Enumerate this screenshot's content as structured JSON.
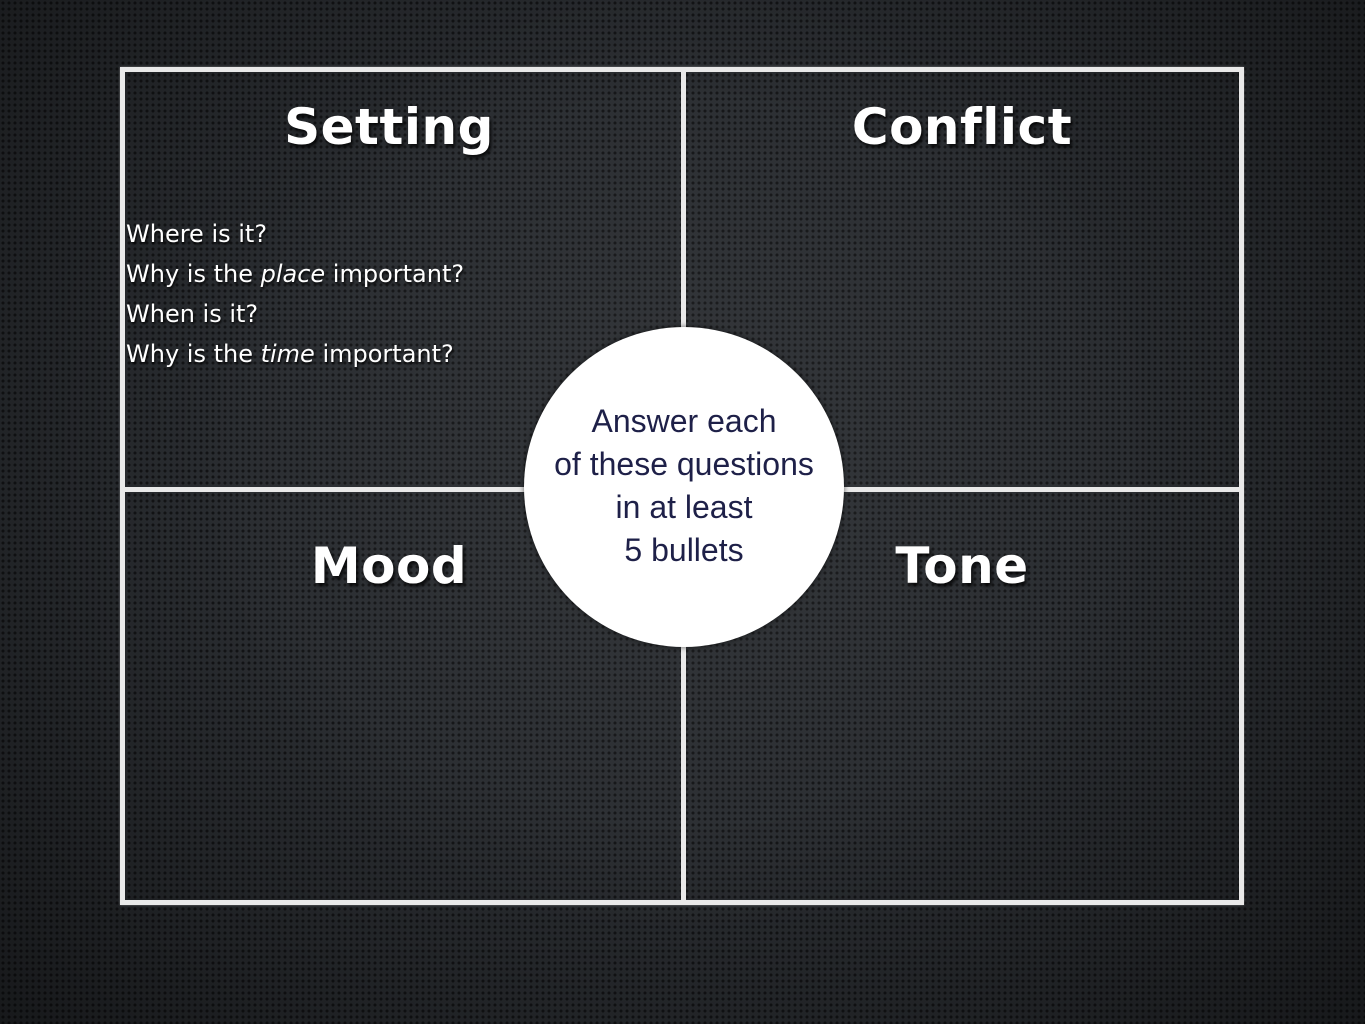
{
  "quadrants": {
    "setting": {
      "title": "Setting",
      "questions": [
        {
          "before": "Where is it?",
          "emphasis": "",
          "after": ""
        },
        {
          "before": "Why is the ",
          "emphasis": "place",
          "after": " important?"
        },
        {
          "before": "When is it?",
          "emphasis": "",
          "after": ""
        },
        {
          "before": "Why is the ",
          "emphasis": "time",
          "after": " important?"
        }
      ]
    },
    "conflict": {
      "title": "Conflict"
    },
    "mood": {
      "title": "Mood"
    },
    "tone": {
      "title": "Tone"
    }
  },
  "center_note": {
    "lines": [
      "Answer each",
      "of these questions",
      "in at least",
      "5 bullets"
    ]
  },
  "colors": {
    "background": "#2a2d31",
    "chalk_lines": "#e9e9e9",
    "circle_fill": "#ffffff",
    "circle_text": "#1e2048"
  }
}
